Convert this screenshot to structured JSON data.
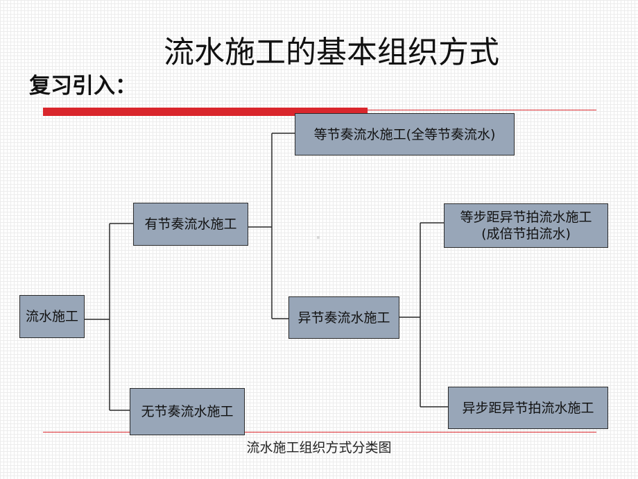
{
  "title": "流水施工的基本组织方式",
  "subtitle": "复习引入：",
  "caption": "流水施工组织方式分类图",
  "colors": {
    "node_fill": "#98a6b8",
    "accent_red": "#d9262c",
    "line": "#2a2a2a"
  },
  "nodes": {
    "root": "流水施工",
    "rhythmic": "有节奏流水施工",
    "non_rhythmic": "无节奏流水施工",
    "equal_rhythm": "等节奏流水施工(全等节奏流水)",
    "different_rhythm": "异节奏流水施工",
    "equal_step_line1": "等步距异节拍流水施工",
    "equal_step_line2": "(成倍节拍流水)",
    "different_step": "异步距异节拍流水施工"
  }
}
